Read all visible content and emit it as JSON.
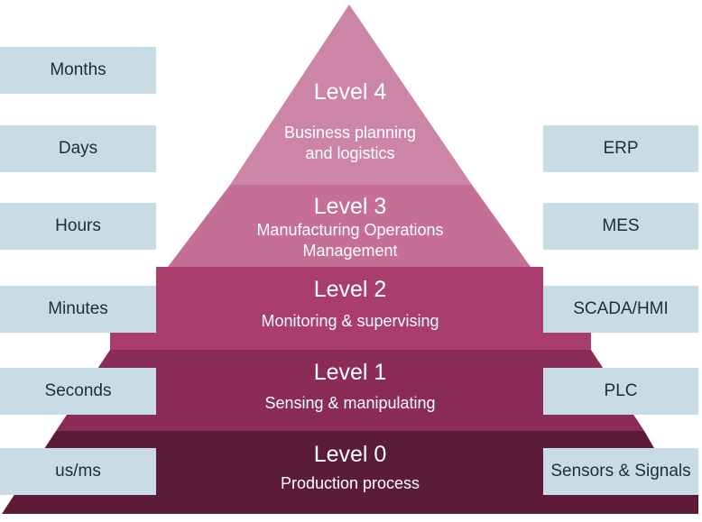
{
  "colors": {
    "level4": "#cc85a6",
    "level3": "#c56f96",
    "level2": "#a93d6d",
    "level1": "#8b2b57",
    "level0": "#5c1c38",
    "box": "#c8dce6"
  },
  "levels": [
    {
      "title": "Level 4",
      "desc1": "Business planning",
      "desc2": "and logistics"
    },
    {
      "title": "Level 3",
      "desc1": "Manufacturing Operations",
      "desc2": "Management"
    },
    {
      "title": "Level 2",
      "desc1": "Monitoring & supervising"
    },
    {
      "title": "Level 1",
      "desc1": "Sensing & manipulating"
    },
    {
      "title": "Level 0",
      "desc1": "Production process"
    }
  ],
  "timescales": [
    "Months",
    "Days",
    "Hours",
    "Minutes",
    "Seconds",
    "us/ms"
  ],
  "systems": [
    "ERP",
    "MES",
    "SCADA/HMI",
    "PLC",
    "Sensors & Signals"
  ]
}
